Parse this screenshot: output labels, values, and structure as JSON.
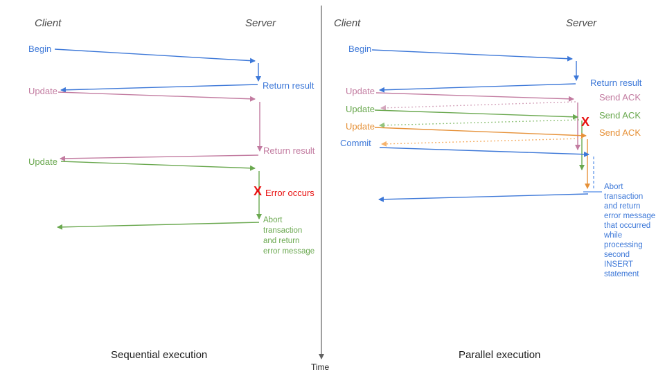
{
  "palette": {
    "blue": "#3d78d8",
    "bluel": "#6d9eeb",
    "pink": "#c27ba0",
    "pinkl": "#d5a6bd",
    "green": "#6aa84f",
    "greenl": "#93c47d",
    "orange": "#e69138",
    "orangel": "#f6b26b",
    "red": "#e81010",
    "gray": "#4a4a4a",
    "axis": "#616161"
  },
  "left": {
    "client": "Client",
    "server": "Server",
    "begin": "Begin",
    "return_result_1": "Return result",
    "update_1": "Update",
    "return_result_2": "Return result",
    "update_2": "Update",
    "error_mark": "X",
    "error_label": "Error occurs",
    "abort_note": "Abort\ntransaction\nand return\nerror message",
    "caption": "Sequential execution"
  },
  "right": {
    "client": "Client",
    "server": "Server",
    "begin": "Begin",
    "return_result": "Return result",
    "update_1": "Update",
    "send_ack_1": "Send ACK",
    "update_2": "Update",
    "send_ack_2": "Send ACK",
    "update_3": "Update",
    "send_ack_3": "Send ACK",
    "error_mark": "X",
    "commit": "Commit",
    "abort_note": "Abort\ntransaction\nand return\nerror message\nthat occurred\nwhile\nprocessing\nsecond\nINSERT\nstatement",
    "caption": "Parallel execution"
  },
  "time_axis": {
    "label": "Time"
  }
}
